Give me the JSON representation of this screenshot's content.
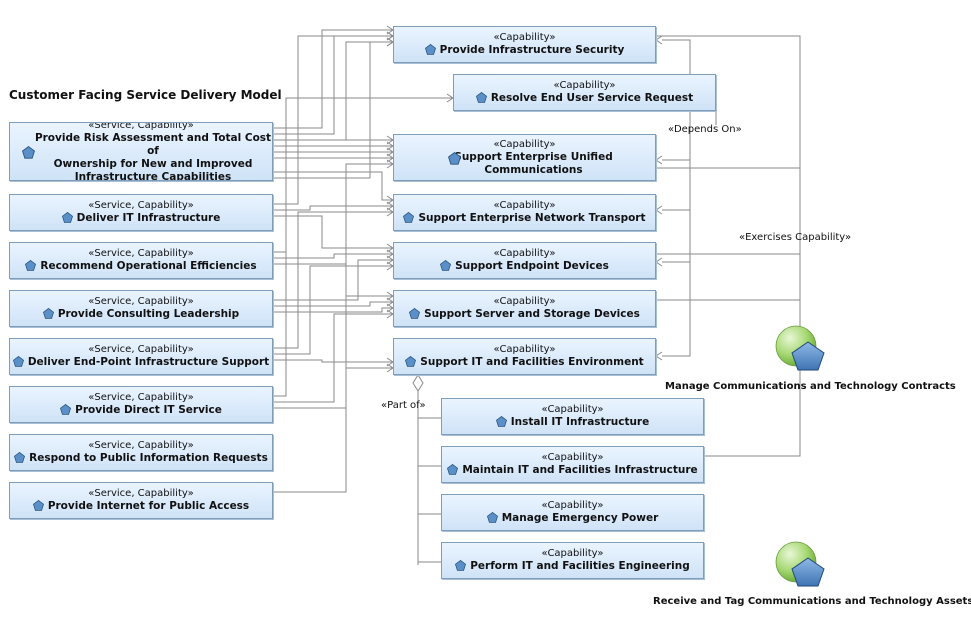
{
  "title": "Customer Facing Service Delivery Model",
  "services": [
    {
      "stereotype": "«Service, Capability»",
      "name": "Provide Risk Assessment and Total Cost of\nOwnership for New and Improved\nInfrastructure Capabilities"
    },
    {
      "stereotype": "«Service, Capability»",
      "name": "Deliver IT Infrastructure"
    },
    {
      "stereotype": "«Service, Capability»",
      "name": "Recommend Operational Efficiencies"
    },
    {
      "stereotype": "«Service, Capability»",
      "name": "Provide Consulting Leadership"
    },
    {
      "stereotype": "«Service, Capability»",
      "name": "Deliver End-Point Infrastructure Support"
    },
    {
      "stereotype": "«Service, Capability»",
      "name": "Provide Direct IT Service"
    },
    {
      "stereotype": "«Service, Capability»",
      "name": "Respond to Public Information Requests"
    },
    {
      "stereotype": "«Service, Capability»",
      "name": "Provide Internet for Public Access"
    }
  ],
  "capabilities": [
    {
      "stereotype": "«Capability»",
      "name": "Provide Infrastructure Security"
    },
    {
      "stereotype": "«Capability»",
      "name": "Resolve End User Service Request"
    },
    {
      "stereotype": "«Capability»",
      "name": "Support Enterprise Unified\nCommunications"
    },
    {
      "stereotype": "«Capability»",
      "name": "Support Enterprise Network Transport"
    },
    {
      "stereotype": "«Capability»",
      "name": "Support Endpoint Devices"
    },
    {
      "stereotype": "«Capability»",
      "name": "Support Server and Storage Devices"
    },
    {
      "stereotype": "«Capability»",
      "name": "Support IT and Facilities Environment"
    }
  ],
  "sub_capabilities": [
    {
      "stereotype": "«Capability»",
      "name": "Install IT Infrastructure"
    },
    {
      "stereotype": "«Capability»",
      "name": "Maintain IT and Facilities Infrastructure"
    },
    {
      "stereotype": "«Capability»",
      "name": "Manage Emergency Power"
    },
    {
      "stereotype": "«Capability»",
      "name": "Perform IT and Facilities Engineering"
    }
  ],
  "relationship_labels": {
    "depends_on": "«Depends On»",
    "exercises_capability": "«Exercises Capability»",
    "part_of": "«Part of»"
  },
  "actors": [
    {
      "name": "Manage Communications and Technology Contracts"
    },
    {
      "name": "Receive and Tag Communications and Technology Assets"
    }
  ],
  "colors": {
    "box_fill_top": "#eaf4ff",
    "box_fill_bottom": "#cfe3f7",
    "box_border": "#7f9db9",
    "connector": "#8a8a8a",
    "actor_fill": "#9fd16a",
    "icon_fill": "#5b8fc7"
  }
}
